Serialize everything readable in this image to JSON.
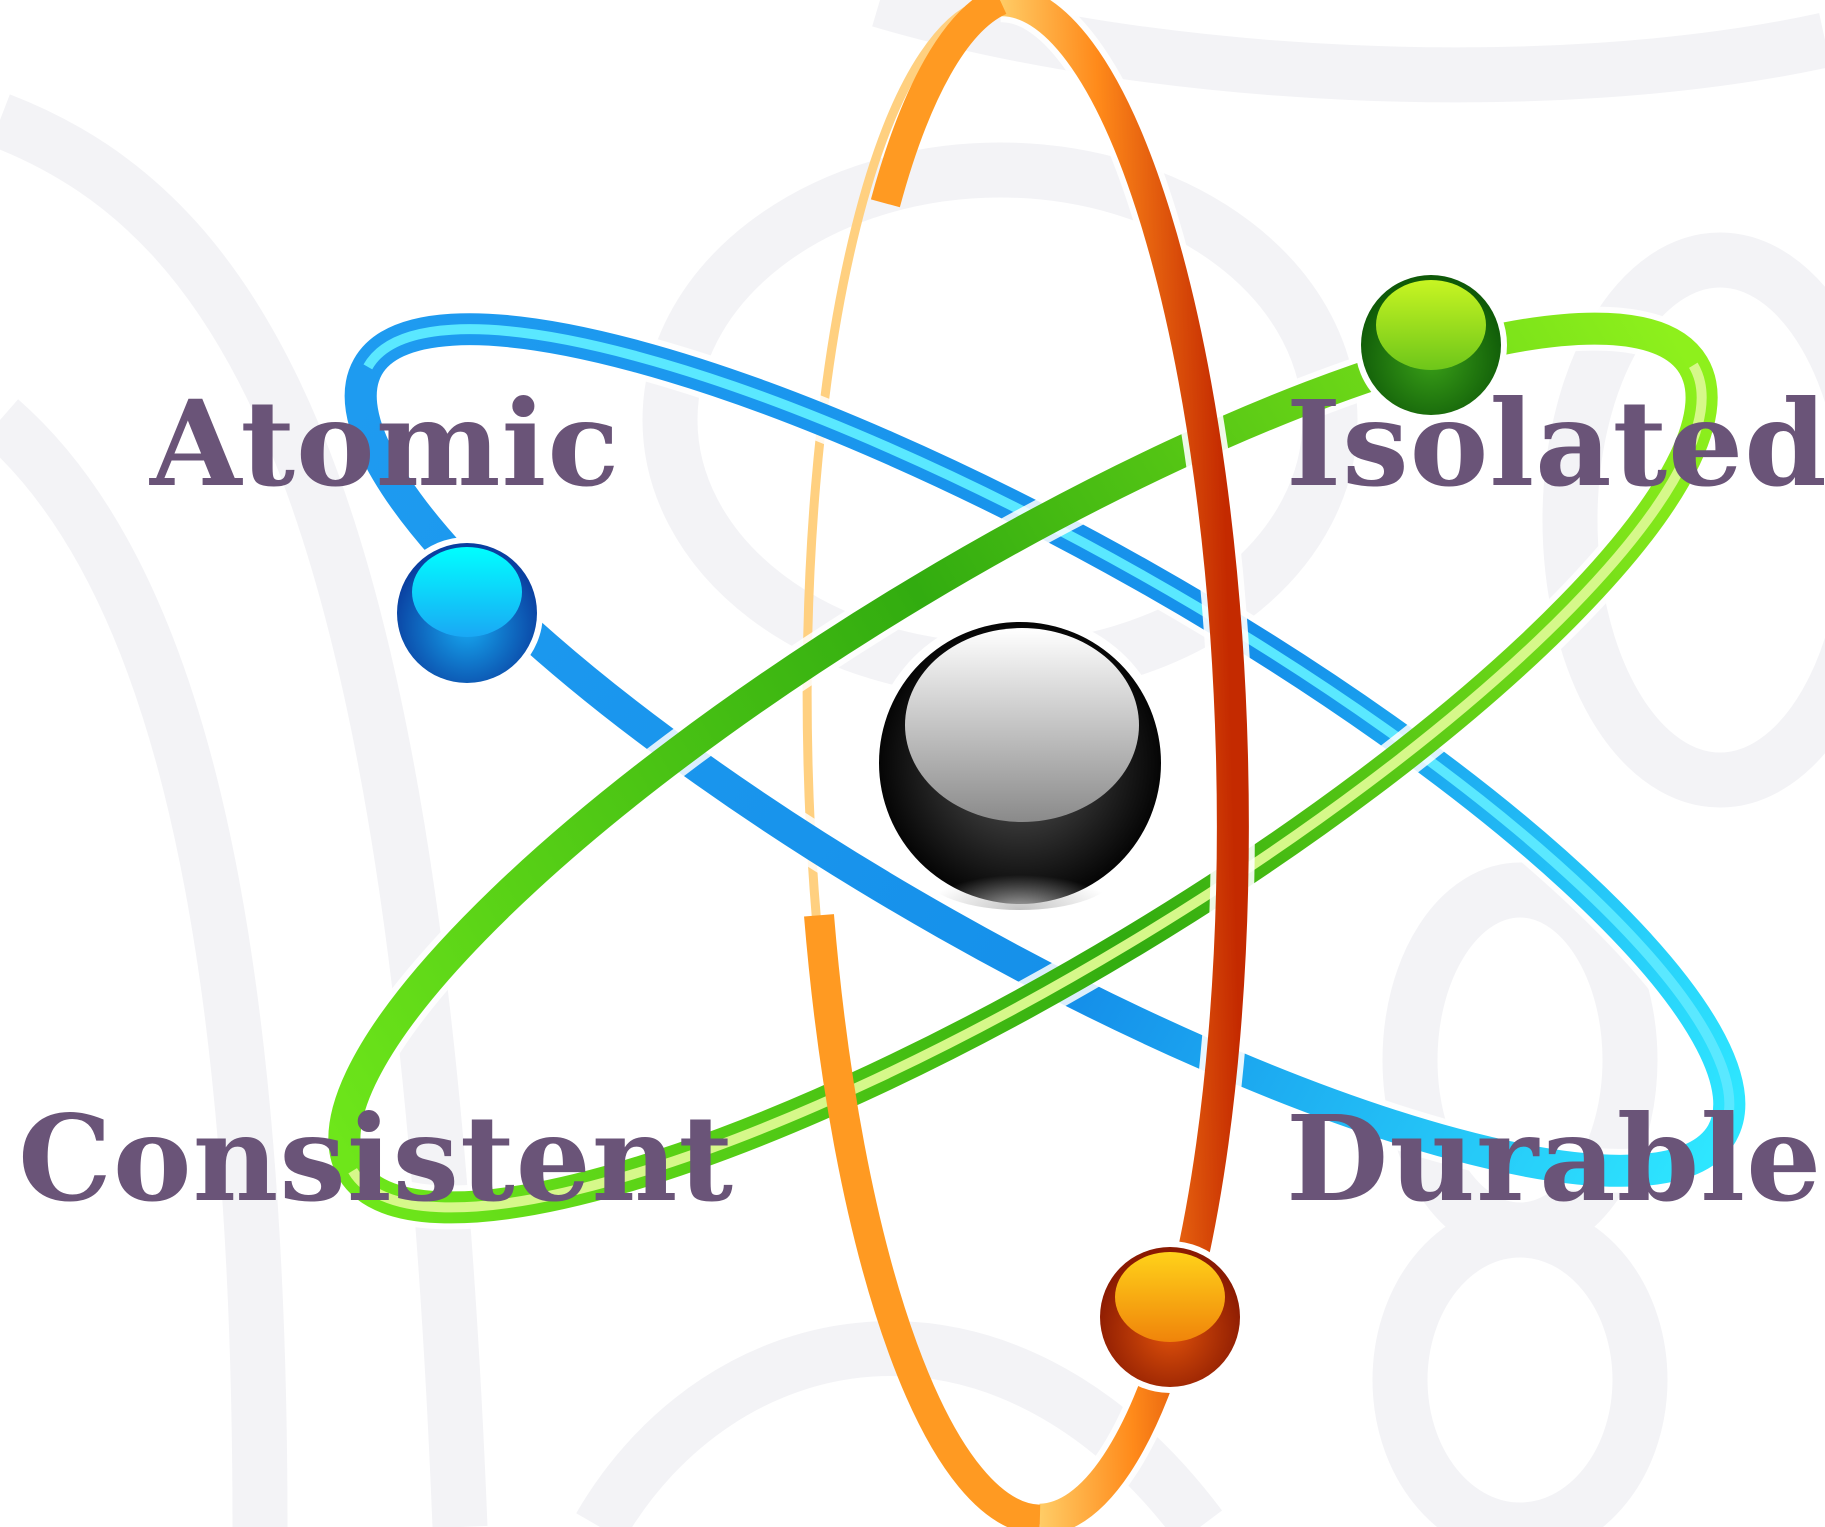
{
  "labels": {
    "atomic": "Atomic",
    "isolated": "Isolated",
    "consistent": "Consistent",
    "durable": "Durable"
  },
  "icons": {
    "nucleus": "nucleus-icon",
    "electron_blue": "blue-electron-icon",
    "electron_green": "green-electron-icon",
    "electron_orange": "orange-electron-icon"
  },
  "colors": {
    "label_text": "#6a5478",
    "background": "#ffffff",
    "background_pattern": "#f3f3f6",
    "orbit_blue": "#1aa8f0",
    "orbit_green": "#4cc71a",
    "orbit_orange": "#f07414",
    "nucleus": "#1a1a1a"
  }
}
